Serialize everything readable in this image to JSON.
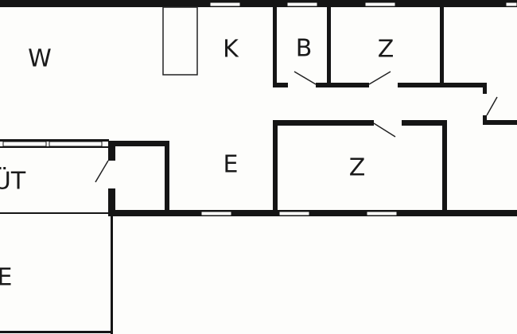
{
  "plan": {
    "rooms": [
      {
        "id": "living",
        "label": "W"
      },
      {
        "id": "kitchen",
        "label": "K"
      },
      {
        "id": "bath",
        "label": "B"
      },
      {
        "id": "bedroom-top",
        "label": "Z"
      },
      {
        "id": "hall",
        "label": "E"
      },
      {
        "id": "bedroom-bottom",
        "label": "Z"
      },
      {
        "id": "utility",
        "label": "ÜT"
      },
      {
        "id": "entrance",
        "label": "E"
      }
    ],
    "colors": {
      "wall": "#151515",
      "background": "#fdfdfb"
    }
  }
}
